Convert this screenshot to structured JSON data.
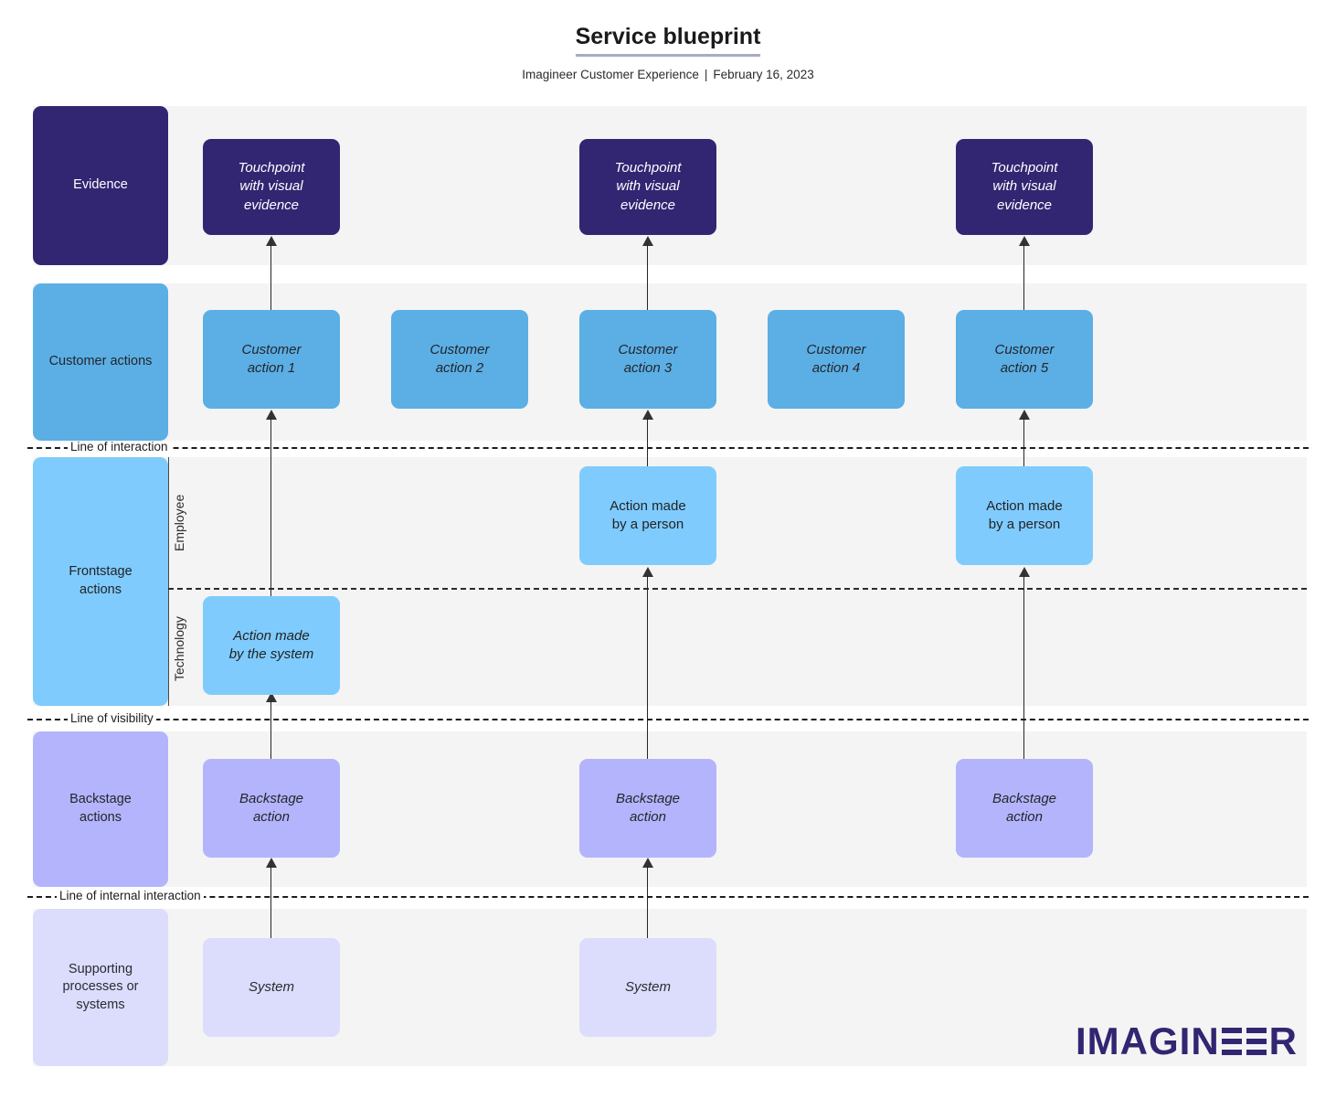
{
  "header": {
    "title": "Service blueprint",
    "org": "Imagineer Customer Experience",
    "separator": "|",
    "date": "February 16, 2023"
  },
  "colors": {
    "evidence": "#322672",
    "customer_actions": "#5bafe5",
    "frontstage": "#7fcbfd",
    "backstage": "#b3b4fc",
    "supporting": "#dcdcfc",
    "band_background": "#f4f4f4",
    "line": "#1d1d1d"
  },
  "rows": [
    {
      "id": "evidence",
      "label": "Evidence"
    },
    {
      "id": "customer-actions",
      "label": "Customer actions"
    },
    {
      "id": "frontstage-actions",
      "label": "Frontstage\nactions"
    },
    {
      "id": "backstage-actions",
      "label": "Backstage\nactions"
    },
    {
      "id": "supporting-processes",
      "label": "Supporting\nprocesses or\nsystems"
    }
  ],
  "row_labels": {
    "evidence": "Evidence",
    "customer_actions": "Customer actions",
    "frontstage_line1": "Frontstage",
    "frontstage_line2": "actions",
    "backstage_line1": "Backstage",
    "backstage_line2": "actions",
    "supporting_line1": "Supporting",
    "supporting_line2": "processes or",
    "supporting_line3": "systems"
  },
  "lanes": {
    "employee": "Employee",
    "technology": "Technology"
  },
  "swimlines": [
    {
      "id": "line-of-interaction",
      "label": "Line of interaction"
    },
    {
      "id": "line-of-internal-lane",
      "label": ""
    },
    {
      "id": "line-of-visibility",
      "label": "Line of visibility"
    },
    {
      "id": "line-of-internal-interaction",
      "label": "Line of internal interaction"
    }
  ],
  "swimline_labels": {
    "interaction": "Line of interaction",
    "visibility": "Line of visibility",
    "internal_interaction": "Line of internal interaction"
  },
  "evidence_nodes": [
    {
      "line1": "Touchpoint",
      "line2": "with visual",
      "line3": "evidence"
    },
    {
      "line1": "Touchpoint",
      "line2": "with visual",
      "line3": "evidence"
    },
    {
      "line1": "Touchpoint",
      "line2": "with visual",
      "line3": "evidence"
    }
  ],
  "customer_nodes": [
    {
      "line1": "Customer",
      "line2": "action 1"
    },
    {
      "line1": "Customer",
      "line2": "action 2"
    },
    {
      "line1": "Customer",
      "line2": "action 3"
    },
    {
      "line1": "Customer",
      "line2": "action 4"
    },
    {
      "line1": "Customer",
      "line2": "action 5"
    }
  ],
  "employee_nodes": [
    {
      "line1": "Action made",
      "line2": "by a person"
    },
    {
      "line1": "Action made",
      "line2": "by a person"
    }
  ],
  "technology_nodes": [
    {
      "line1": "Action made",
      "line2": "by the system"
    }
  ],
  "backstage_nodes": [
    {
      "line1": "Backstage",
      "line2": "action"
    },
    {
      "line1": "Backstage",
      "line2": "action"
    },
    {
      "line1": "Backstage",
      "line2": "action"
    }
  ],
  "system_nodes": [
    {
      "line1": "System"
    },
    {
      "line1": "System"
    }
  ],
  "logo": {
    "text_part1": "IMAGIN",
    "text_part2": "R",
    "full": "IMAGINEER"
  }
}
